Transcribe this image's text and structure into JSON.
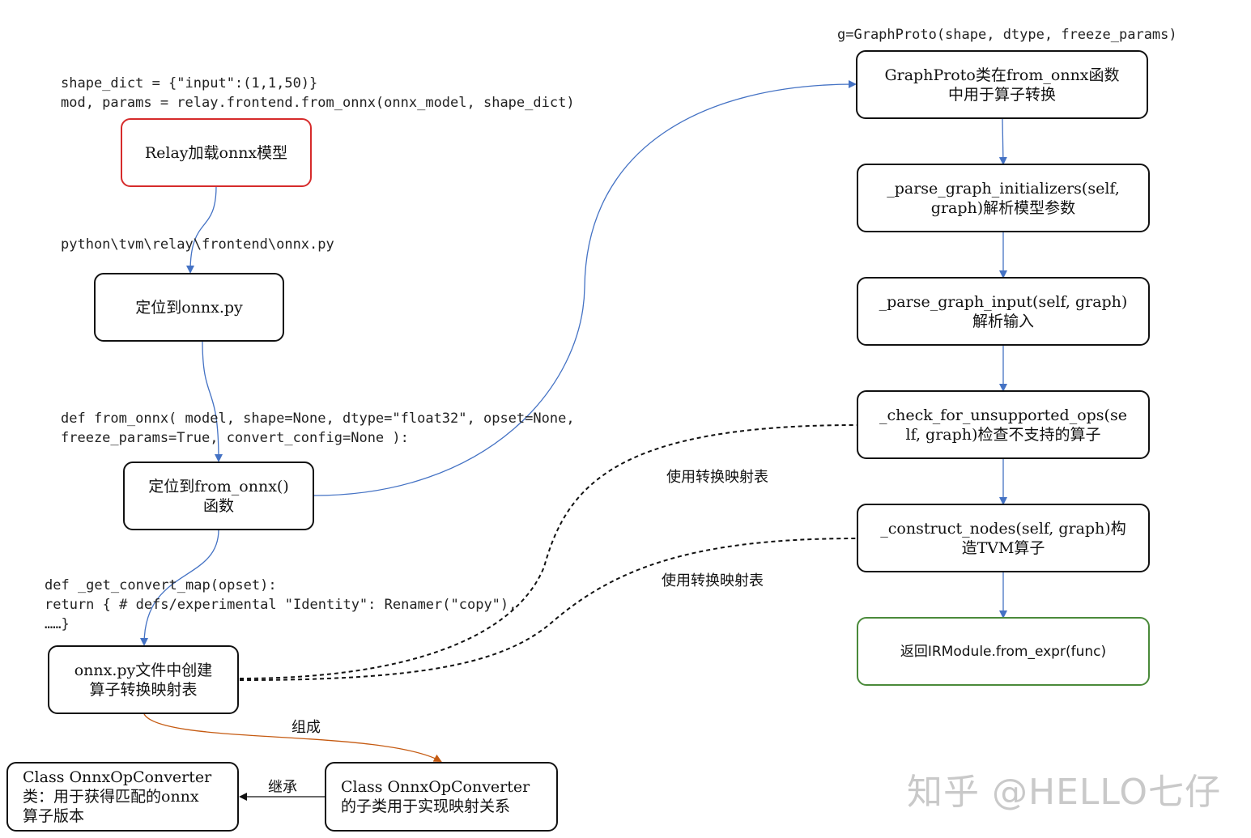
{
  "code_snippets": {
    "load": [
      "shape_dict = {\"input\":(1,1,50)}",
      "mod, params = relay.frontend.from_onnx(onnx_model, shape_dict)"
    ],
    "path": [
      "python\\tvm\\relay\\frontend\\onnx.py"
    ],
    "from_onnx_def": [
      "def from_onnx( model, shape=None, dtype=\"float32\", opset=None,",
      "freeze_params=True, convert_config=None ):"
    ],
    "convert_map": [
      "def _get_convert_map(opset):",
      "return { # defs/experimental \"Identity\": Renamer(\"copy\"),",
      "……}"
    ],
    "graphproto": [
      "g=GraphProto(shape, dtype, freeze_params)"
    ]
  },
  "nodes": {
    "relay_load": [
      "Relay加载onnx模型"
    ],
    "locate_onnx_py": [
      "定位到onnx.py"
    ],
    "locate_from_onnx": [
      "定位到from_onnx()",
      "函数"
    ],
    "convert_map_table": [
      "onnx.py文件中创建",
      "算子转换映射表"
    ],
    "base_converter": [
      "Class OnnxOpConverter",
      "类：用于获得匹配的onnx",
      "算子版本"
    ],
    "sub_converter": [
      "Class OnnxOpConverter",
      "的子类用于实现映射关系"
    ],
    "graphproto_class": [
      "GraphProto类在from_onnx函数",
      "中用于算子转换"
    ],
    "parse_initializers": [
      "_parse_graph_initializers(self,",
      "graph)解析模型参数"
    ],
    "parse_input": [
      "_parse_graph_input(self, graph)",
      "解析输入"
    ],
    "check_ops": [
      "_check_for_unsupported_ops(se",
      "lf, graph)检查不支持的算子"
    ],
    "construct_nodes": [
      "_construct_nodes(self, graph)构",
      "造TVM算子"
    ],
    "return_module": [
      "返回IRModule.from_expr(func)"
    ]
  },
  "edge_labels": {
    "compose": "组成",
    "inherit": "继承",
    "use_map_1": "使用转换映射表",
    "use_map_2": "使用转换映射表"
  },
  "watermark": "知乎 @HELLO七仔",
  "colors": {
    "blue_arrow": "#4472c4",
    "orange_arrow": "#c55a11",
    "red_border": "#d62b2b",
    "green_border": "#4a8a3a",
    "black": "#111111"
  }
}
